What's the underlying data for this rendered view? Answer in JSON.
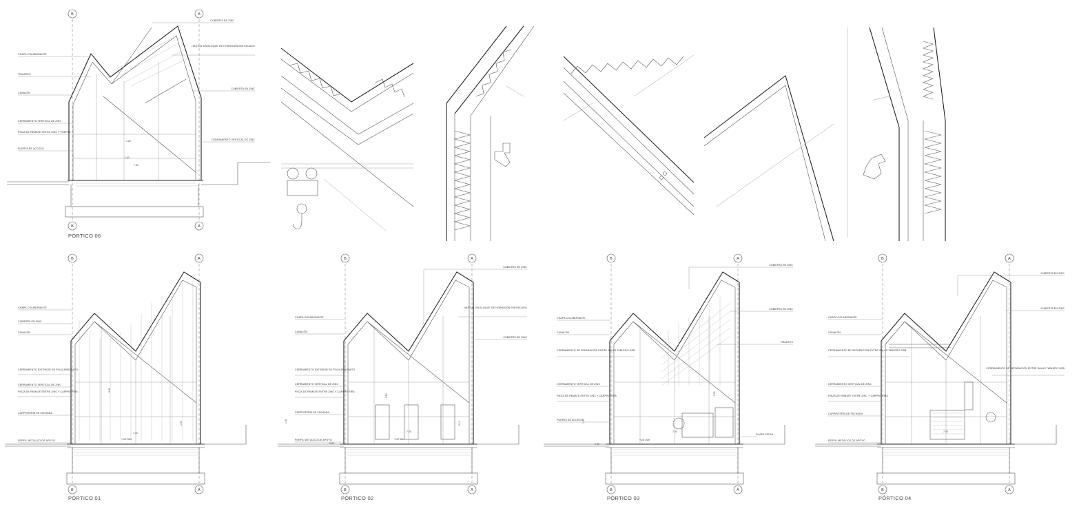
{
  "sections": [
    {
      "id": "p06",
      "title": "PÓRTICO 06",
      "axis_left": "B",
      "axis_right": "A",
      "labels_left": [
        "CHAPA COLABORANTE",
        "TIRANTES",
        "CANALÓN",
        "CERRAMIENTO VERTICAL DE ZINC",
        "PIEZA DE REMATE ENTRE ZINC Y PUERTA",
        "PUERTA DE ACCESO"
      ],
      "labels_right": [
        "CUBIERTA DE ZINC",
        "HASTIAL EN BLOQUE DE HORMIGÓN ENFOSCADO",
        "CUBIERTA EN ZINC",
        "CERRAMIENTO VERTICAL DE ZINC"
      ],
      "dims": [
        "1.20",
        "1.40",
        "7.40"
      ]
    },
    {
      "id": "p01",
      "title": "PÓRTICO 01",
      "axis_left": "B",
      "axis_right": "A",
      "labels_left": [
        "CHAPA COLABORANTE",
        "CUBIERTA EN ZINC",
        "CANALÓN",
        "CERRAMIENTO EXTERIOR EN POLICARBONATO",
        "CERRAMIENTO VERTICAL DE ZINC",
        "PIEZA DE REMATE ENTRE ZINC Y CARPINTERÍA",
        "CARPINTERÍA DE FACHADA",
        "PERFIL METÁLICO DE APOYO"
      ],
      "labels_right": [],
      "dims": [
        "5.40",
        "1.90",
        "7.40",
        "+147.20m"
      ]
    },
    {
      "id": "p02",
      "title": "PÓRTICO 02",
      "axis_left": "B",
      "axis_right": "A",
      "labels_left": [
        "CHAPA COLABORANTE",
        "CANALÓN",
        "CERRAMIENTO EXTERIOR EN POLICARBONATO",
        "CERRAMIENTO VERTICAL DE ZINC",
        "PIEZA DE REMATE ENTRE ZINC Y CARPINTERÍA",
        "CARPINTERÍA DE FACHADA",
        "PERFIL METÁLICO DE APOYO"
      ],
      "labels_right": [
        "CUBIERTA EN ZINC",
        "HASTIAL EN BLOQUE DE HORMIGÓN ENFOSCADO",
        "CUBIERTA EN ZINC"
      ],
      "dims": [
        "3.50",
        "2.10",
        "7.40",
        "+147.20m",
        "1.40",
        "0.00"
      ]
    },
    {
      "id": "p03",
      "title": "PÓRTICO 03",
      "axis_left": "B",
      "axis_right": "A",
      "labels_left": [
        "CHAPA COLABORANTE",
        "CANALÓN",
        "CERRAMIENTO DE SEPARACIÓN ENTRE SALAS TABLERO OSB",
        "CERRAMIENTO VERTICAL DE ZINC",
        "PIEZA DE REMATE ENTRE ZINC Y CARPINTERÍA",
        "PUERTA DE ACCESO"
      ],
      "labels_right": [
        "CUBIERTA EN ZINC",
        "CUBIERTA EN ZINC",
        "TIRANTES",
        "CHAPA CIEGA"
      ],
      "dims": [
        "2.30",
        "7.40",
        "+147.20m",
        "1.40",
        "0.00"
      ]
    },
    {
      "id": "p04",
      "title": "PÓRTICO 04",
      "axis_left": "B",
      "axis_right": "A",
      "labels_left": [
        "CHAPA COLABORANTE",
        "CANALÓN",
        "CERRAMIENTO DE SEPARACIÓN ENTRE SALAS TABLERO OSB",
        "CERRAMIENTO VERTICAL DE ZINC",
        "PIEZA DE REMATE ENTRE ZINC Y CARPINTERÍA",
        "CARPINTERÍA DE FACHADA",
        "PERFIL METÁLICO DE APOYO"
      ],
      "labels_right": [
        "CUBIERTA EN ZINC",
        "CUBIERTA EN ZINC",
        "CERRAMIENTO DE SEPARACIÓN ENTRE SALAS TABLERO OSB"
      ],
      "dims": [
        "7.40"
      ]
    }
  ]
}
